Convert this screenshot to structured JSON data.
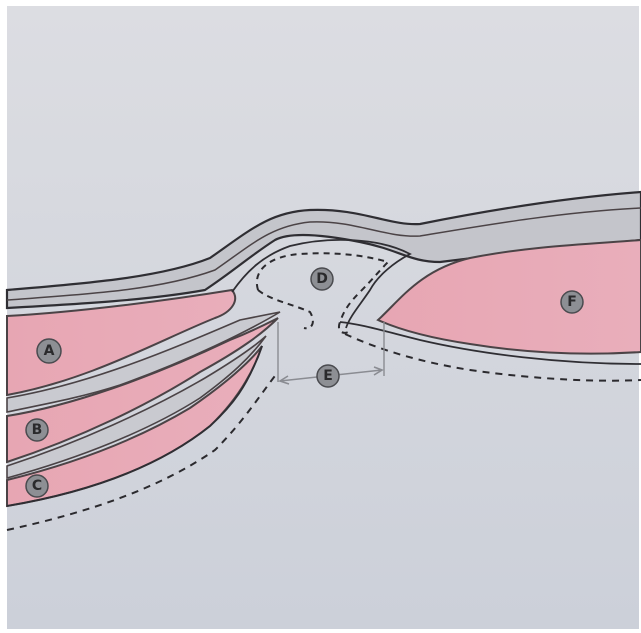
{
  "diagram": {
    "labels": {
      "A": "A",
      "B": "B",
      "C": "C",
      "D": "D",
      "E": "E",
      "F": "F"
    },
    "colors": {
      "background": "#d6d8df",
      "muscle_fill": "#e6a9b4",
      "muscle_stroke": "#4b4346",
      "sheath_fill": "#c7c8ce",
      "outline": "#2f2e33",
      "dashed": "#2b2a2e",
      "measure_line": "#8a8c92"
    }
  }
}
